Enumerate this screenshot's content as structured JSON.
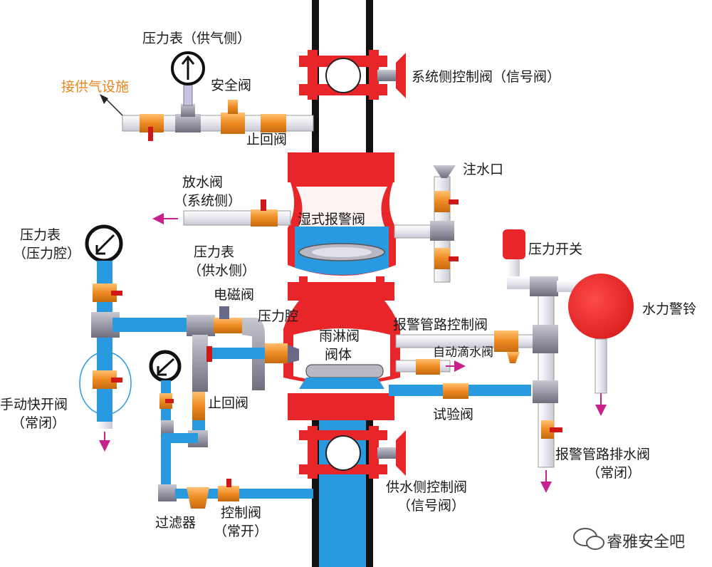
{
  "labels": {
    "gauge_air": "压力表（供气侧）",
    "air_supply": "接供气设施",
    "safety_valve": "安全阀",
    "check_valve_air": "止回阀",
    "sys_control_valve": "系统侧控制阀（信号阀）",
    "fill_port": "注水口",
    "drain_valve_1": "放水阀",
    "drain_valve_2": "（系统侧）",
    "wet_alarm_valve": "湿式报警阀",
    "gauge_chamber_1": "压力表",
    "gauge_chamber_2": "（压力腔）",
    "gauge_supply_1": "压力表",
    "gauge_supply_2": "（供水侧）",
    "pressure_switch": "压力开关",
    "water_bell": "水力警铃",
    "solenoid_valve": "电磁阀",
    "pressure_chamber": "压力腔",
    "alarm_line_valve": "报警管路控制阀",
    "deluge_body_1": "雨淋阀",
    "deluge_body_2": "阀体",
    "auto_drip_valve": "自动滴水阀",
    "manual_valve_1": "手动快开阀",
    "manual_valve_2": "（常闭）",
    "check_valve_2": "止回阀",
    "test_valve": "试验阀",
    "alarm_drain_1": "报警管路排水阀",
    "alarm_drain_2": "（常闭）",
    "supply_control_1": "供水侧控制阀",
    "supply_control_2": "（信号阀）",
    "strainer": "过滤器",
    "control_valve_1": "控制阀",
    "control_valve_2": "（常开）",
    "watermark": "睿雅安全吧"
  },
  "colors": {
    "red": "#e8262a",
    "blue": "#2a9ae0",
    "orange": "#ee8a22",
    "grey": "#9a9aa8",
    "pipe_light": "#f4f4f8",
    "arrow": "#c8208c"
  }
}
